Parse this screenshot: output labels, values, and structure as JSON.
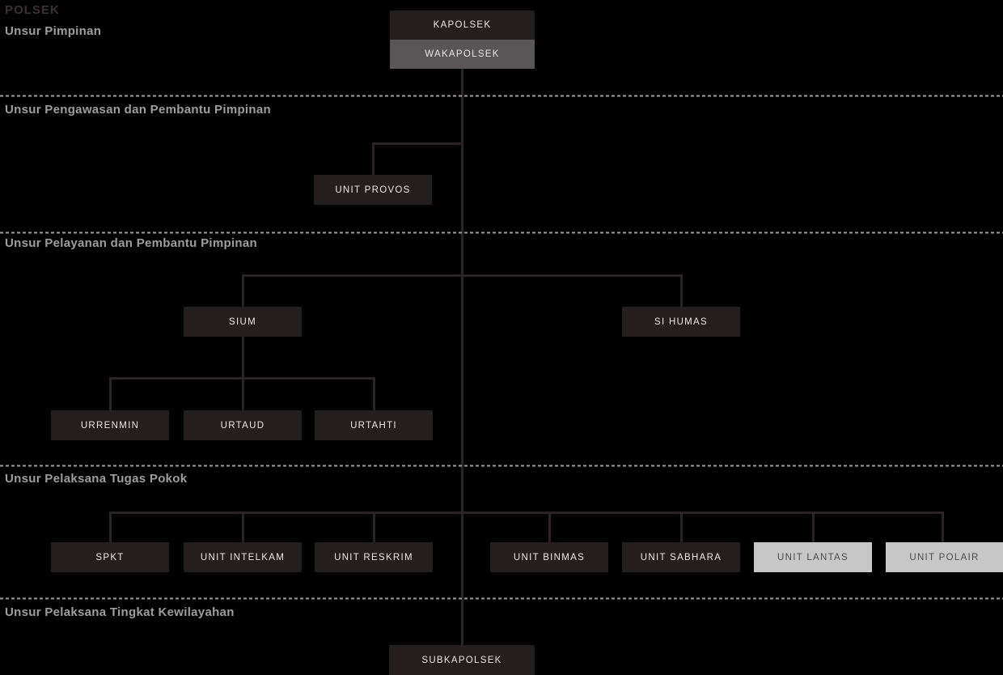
{
  "title": "POLSEK",
  "sections": {
    "pimpinan": "Unsur Pimpinan",
    "pengawasan": "Unsur Pengawasan dan Pembantu Pimpinan",
    "pelayanan": "Unsur Pelayanan dan Pembantu Pimpinan",
    "pelaksana_pokok": "Unsur Pelaksana Tugas Pokok",
    "kewilayahan": "Unsur Pelaksana Tingkat Kewilayahan"
  },
  "nodes": {
    "kapolsek": "KAPOLSEK",
    "wakapolsek": "WAKAPOLSEK",
    "unit_provos": "UNIT PROVOS",
    "sium": "SIUM",
    "si_humas": "SI HUMAS",
    "urrenmin": "URRENMIN",
    "urtaud": "URTAUD",
    "urtahti": "URTAHTI",
    "spkt": "SPKT",
    "unit_intelkam": "UNIT INTELKAM",
    "unit_reskrim": "UNIT RESKRIM",
    "unit_binmas": "UNIT BINMAS",
    "unit_sabhara": "UNIT SABHARA",
    "unit_lantas": "UNIT LANTAS",
    "unit_polair": "UNIT POLAIR",
    "subkapolsek": "SUBKAPOLSEK"
  },
  "colors": {
    "background": "#000000",
    "node_dark": "#251e1f",
    "node_gray": "#5a5657",
    "node_light": "#c7c7c7",
    "text_on_dark": "#e9e7e7",
    "text_on_light": "#4c4a4a",
    "connector": "#2b2425",
    "divider": "#9e9e9e",
    "section_label": "#9e9e9e",
    "title_text": "#3b3233"
  }
}
